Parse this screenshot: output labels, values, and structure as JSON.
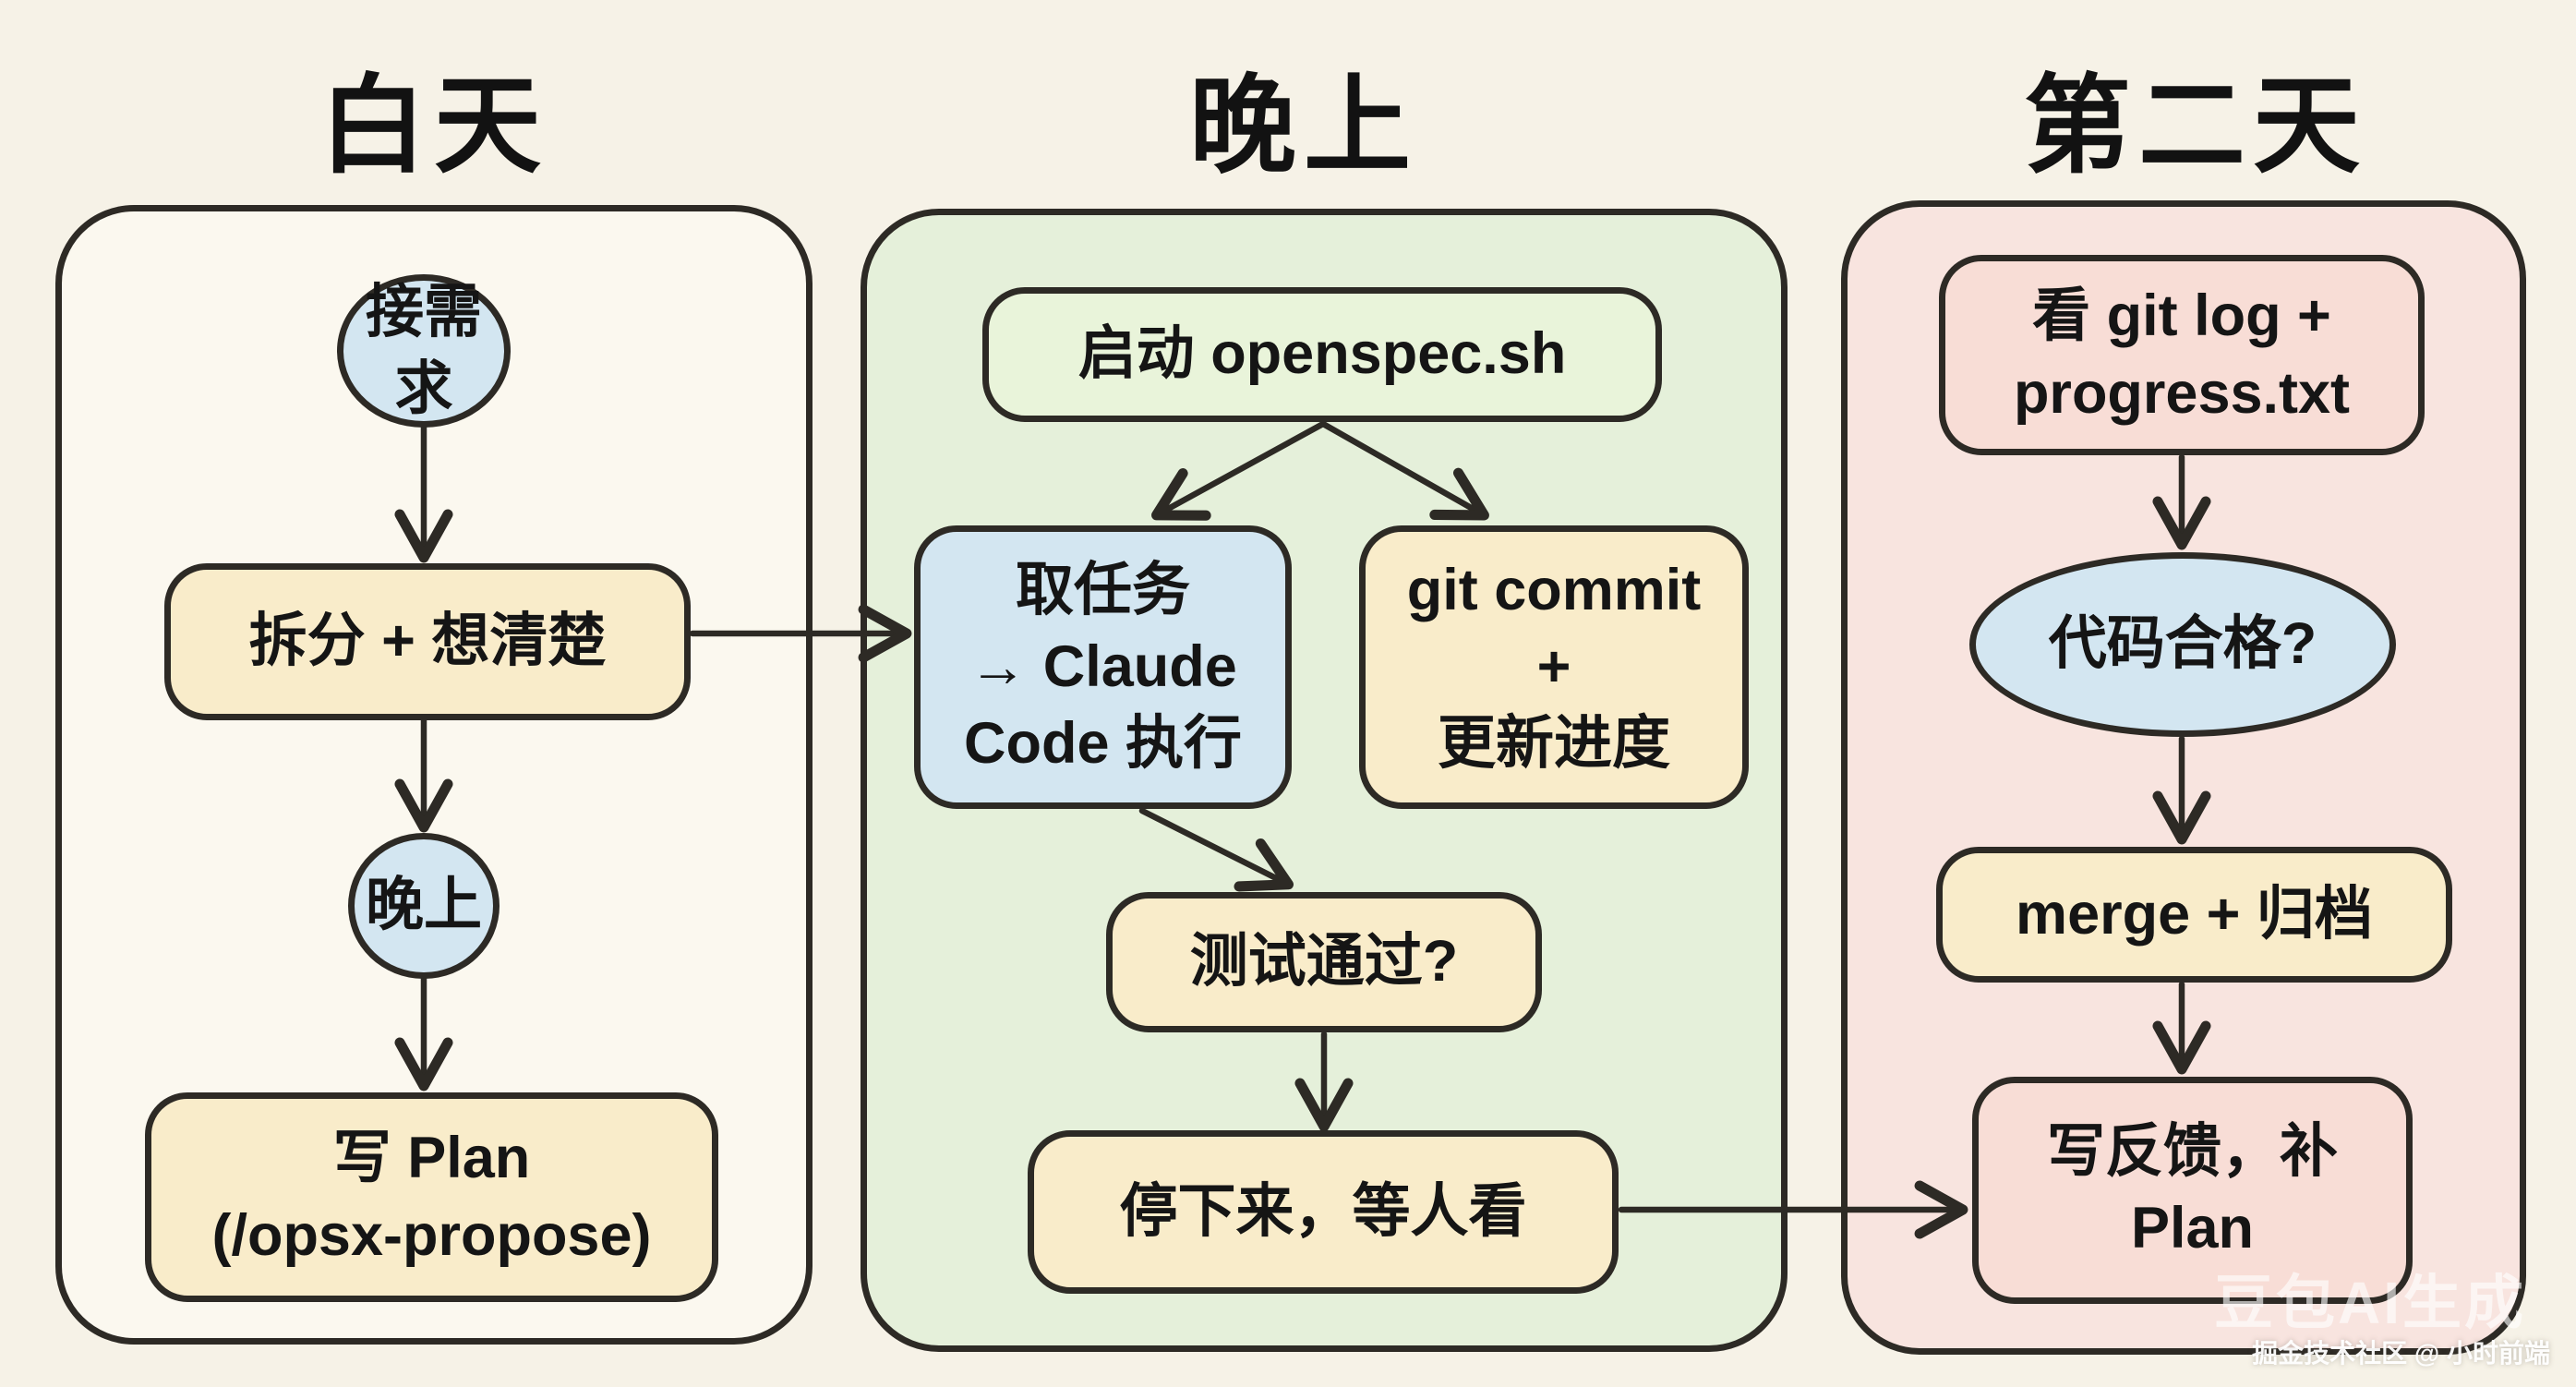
{
  "diagram": {
    "columns": [
      {
        "id": "day",
        "title": "白天",
        "nodes": [
          {
            "id": "receive-request",
            "label": "接需求",
            "shape": "ellipse",
            "fill": "#d3e6f1"
          },
          {
            "id": "split-think",
            "label": "拆分 + 想清楚",
            "shape": "rect",
            "fill": "#f9ecca"
          },
          {
            "id": "evening-handoff",
            "label": "晚上",
            "shape": "ellipse",
            "fill": "#d3e6f1"
          },
          {
            "id": "write-plan",
            "label": "写 Plan\n(/opsx-propose)",
            "shape": "rect",
            "fill": "#f9ecca"
          }
        ]
      },
      {
        "id": "night",
        "title": "晚上",
        "nodes": [
          {
            "id": "start-openspec",
            "label": "启动 openspec.sh",
            "shape": "rect",
            "fill": "#e9f4da"
          },
          {
            "id": "take-task",
            "label": "取任务\n→ Claude\nCode 执行",
            "shape": "rect",
            "fill": "#d3e6f1"
          },
          {
            "id": "git-commit",
            "label": "git commit\n+\n更新进度",
            "shape": "rect",
            "fill": "#f9ecca"
          },
          {
            "id": "test-pass",
            "label": "测试通过?",
            "shape": "rect",
            "fill": "#f9ecca"
          },
          {
            "id": "stop-wait",
            "label": "停下来，等人看",
            "shape": "rect",
            "fill": "#f9ecca"
          }
        ]
      },
      {
        "id": "next-day",
        "title": "第二天",
        "nodes": [
          {
            "id": "review-gitlog",
            "label": "看 git log +\nprogress.txt",
            "shape": "rect",
            "fill": "#f8ddd6"
          },
          {
            "id": "code-ok",
            "label": "代码合格?",
            "shape": "ellipse",
            "fill": "#d3e6f1"
          },
          {
            "id": "merge-archive",
            "label": "merge + 归档",
            "shape": "rect",
            "fill": "#f9ecca"
          },
          {
            "id": "feedback-plan",
            "label": "写反馈，补\nPlan",
            "shape": "rect",
            "fill": "#f8ddd6"
          }
        ]
      }
    ],
    "edges": [
      {
        "from": "receive-request",
        "to": "split-think"
      },
      {
        "from": "split-think",
        "to": "evening-handoff"
      },
      {
        "from": "evening-handoff",
        "to": "write-plan"
      },
      {
        "from": "split-think",
        "to": "take-task"
      },
      {
        "from": "start-openspec",
        "to": "take-task"
      },
      {
        "from": "start-openspec",
        "to": "git-commit"
      },
      {
        "from": "take-task",
        "to": "test-pass"
      },
      {
        "from": "test-pass",
        "to": "stop-wait"
      },
      {
        "from": "stop-wait",
        "to": "feedback-plan"
      },
      {
        "from": "review-gitlog",
        "to": "code-ok"
      },
      {
        "from": "code-ok",
        "to": "merge-archive"
      },
      {
        "from": "merge-archive",
        "to": "feedback-plan"
      }
    ]
  },
  "watermark": {
    "generator": "豆包AI生成",
    "credit": "掘金技术社区 @ 小时前端"
  },
  "colors": {
    "background": "#f6f2e7",
    "panel_day": "#fbf8ef",
    "panel_night": "#e5f0da",
    "panel_nextday": "#f8e4df",
    "node_blue": "#d3e6f1",
    "node_yellow": "#f9ecca",
    "node_green": "#e9f4da",
    "node_pink": "#f8ddd6",
    "stroke": "#2d2a25",
    "text": "#151515"
  }
}
